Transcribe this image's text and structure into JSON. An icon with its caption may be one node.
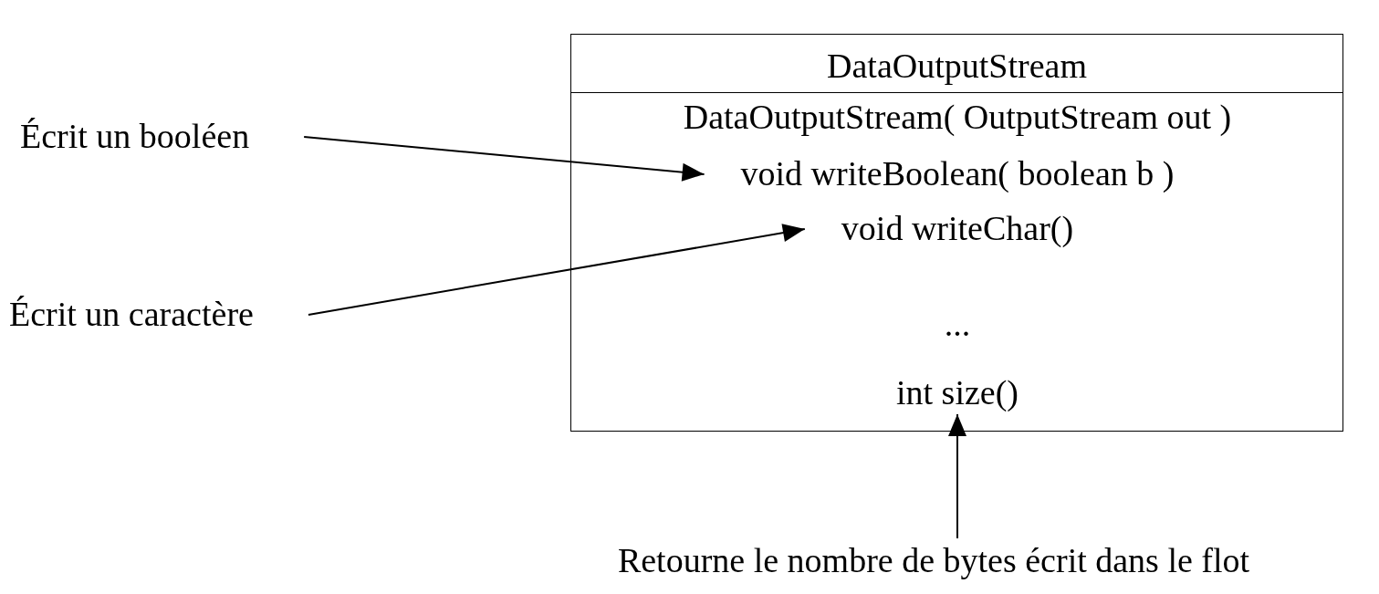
{
  "diagram": {
    "nodes": [
      {
        "text": [
          "DataOutputStream"
        ]
      },
      {
        "text": [
          "DataOutputStream( OutputStream out )"
        ],
        "in": 0
      },
      {
        "text": [
          "void writeBoolean( boolean b )"
        ],
        "in": 0
      },
      {
        "text": [
          "void writeChar()"
        ],
        "in": 0
      },
      {
        "text": [
          "..."
        ],
        "in": 0
      },
      {
        "text": [
          "int size()"
        ],
        "in": 0
      },
      {
        "text": [
          "Écrit un booléen"
        ]
      },
      {
        "text": [
          "Écrit un caractère"
        ]
      },
      {
        "text": [
          "Retourne le nombre de bytes écrit dans le flot"
        ]
      }
    ],
    "edges": [
      {
        "from": 6,
        "to": 2,
        "arrow": "to"
      },
      {
        "from": 7,
        "to": 3,
        "arrow": "to"
      },
      {
        "from": 8,
        "to": 5,
        "arrow": "to"
      }
    ]
  }
}
